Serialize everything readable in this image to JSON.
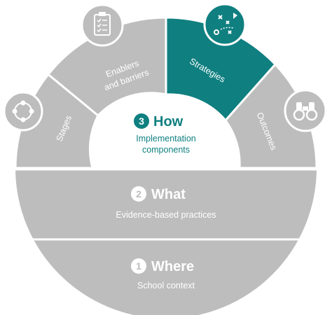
{
  "colors": {
    "grey": "#bdbdbd",
    "teal": "#0f7f80",
    "white": "#ffffff"
  },
  "segments": [
    {
      "label": "Stages",
      "icon": "cycle-icon"
    },
    {
      "label_line1": "Enablers",
      "label_line2": "and barriers",
      "icon": "clipboard-checklist-icon"
    },
    {
      "label": "Strategies",
      "icon": "playbook-strategy-icon",
      "highlighted": true
    },
    {
      "label": "Outcomes",
      "icon": "binoculars-icon"
    }
  ],
  "center": {
    "number": "3",
    "title": "How",
    "subtitle_line1": "Implementation",
    "subtitle_line2": "components"
  },
  "what": {
    "number": "2",
    "title": "What",
    "subtitle": "Evidence-based practices"
  },
  "where": {
    "number": "1",
    "title": "Where",
    "subtitle": "School context"
  }
}
